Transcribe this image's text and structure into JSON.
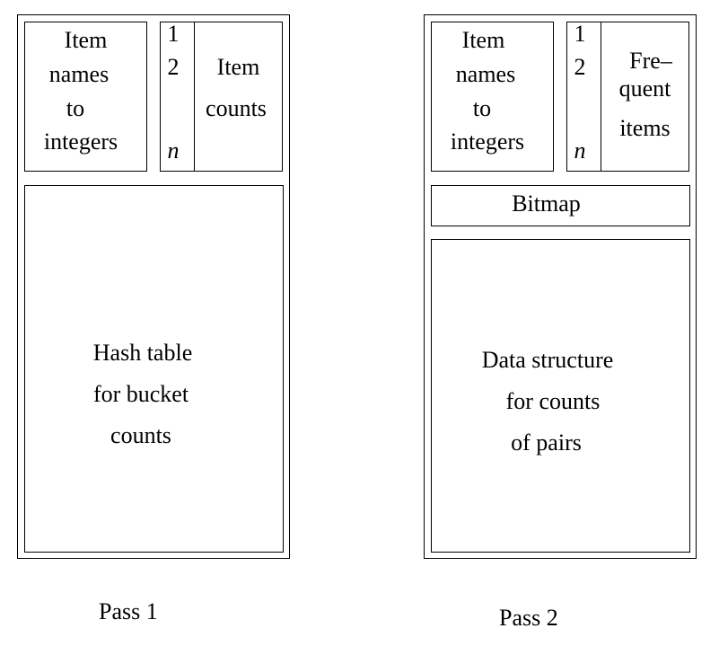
{
  "pass1": {
    "names_box": [
      "Item",
      "names",
      "to",
      "integers"
    ],
    "index_labels": [
      "1",
      "2",
      "n"
    ],
    "counts_box": [
      "Item",
      "counts"
    ],
    "hash_box": [
      "Hash table",
      "for bucket",
      "counts"
    ],
    "caption": "Pass 1"
  },
  "pass2": {
    "names_box": [
      "Item",
      "names",
      "to",
      "integers"
    ],
    "index_labels": [
      "1",
      "2",
      "n"
    ],
    "frequent_box": [
      "Fre–",
      "quent",
      "items"
    ],
    "bitmap_label": "Bitmap",
    "pairs_box": [
      "Data structure",
      "for counts",
      "of pairs"
    ],
    "caption": "Pass 2"
  }
}
